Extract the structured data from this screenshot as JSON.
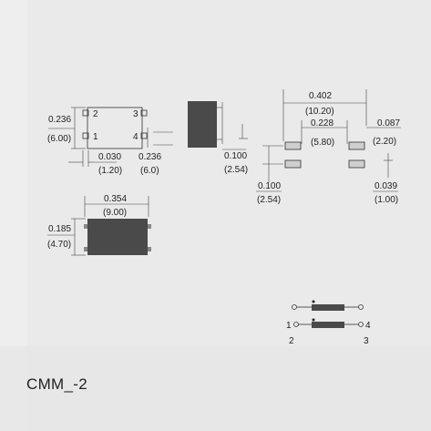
{
  "part_label": "CMM_-2",
  "top_view": {
    "height_in": "0.236",
    "height_mm": "(6.00)",
    "pin_labels": [
      "2",
      "1",
      "3",
      "4"
    ],
    "pad_in": "0.030",
    "pad_mm": "(1.20)",
    "width_in": "0.236",
    "width_mm": "(6.0)"
  },
  "side_view": {
    "lead_in": "0.100",
    "lead_mm": "(2.54)"
  },
  "footprint": {
    "overall_in": "0.402",
    "overall_mm": "(10.20)",
    "inner_in": "0.228",
    "inner_mm": "(5.80)",
    "pad_len_in": "0.087",
    "pad_len_mm": "(2.20)",
    "pitch_in": "0.100",
    "pitch_mm": "(2.54)",
    "pad_w_in": "0.039",
    "pad_w_mm": "(1.00)"
  },
  "bottom_view": {
    "width_in": "0.354",
    "width_mm": "(9.00)",
    "height_in": "0.185",
    "height_mm": "(4.70)"
  },
  "schematic": {
    "pins": [
      "1",
      "4",
      "2",
      "3"
    ]
  },
  "colors": {
    "body": "#4a4a4a",
    "line": "#333333",
    "paper": "#eeeeee"
  }
}
